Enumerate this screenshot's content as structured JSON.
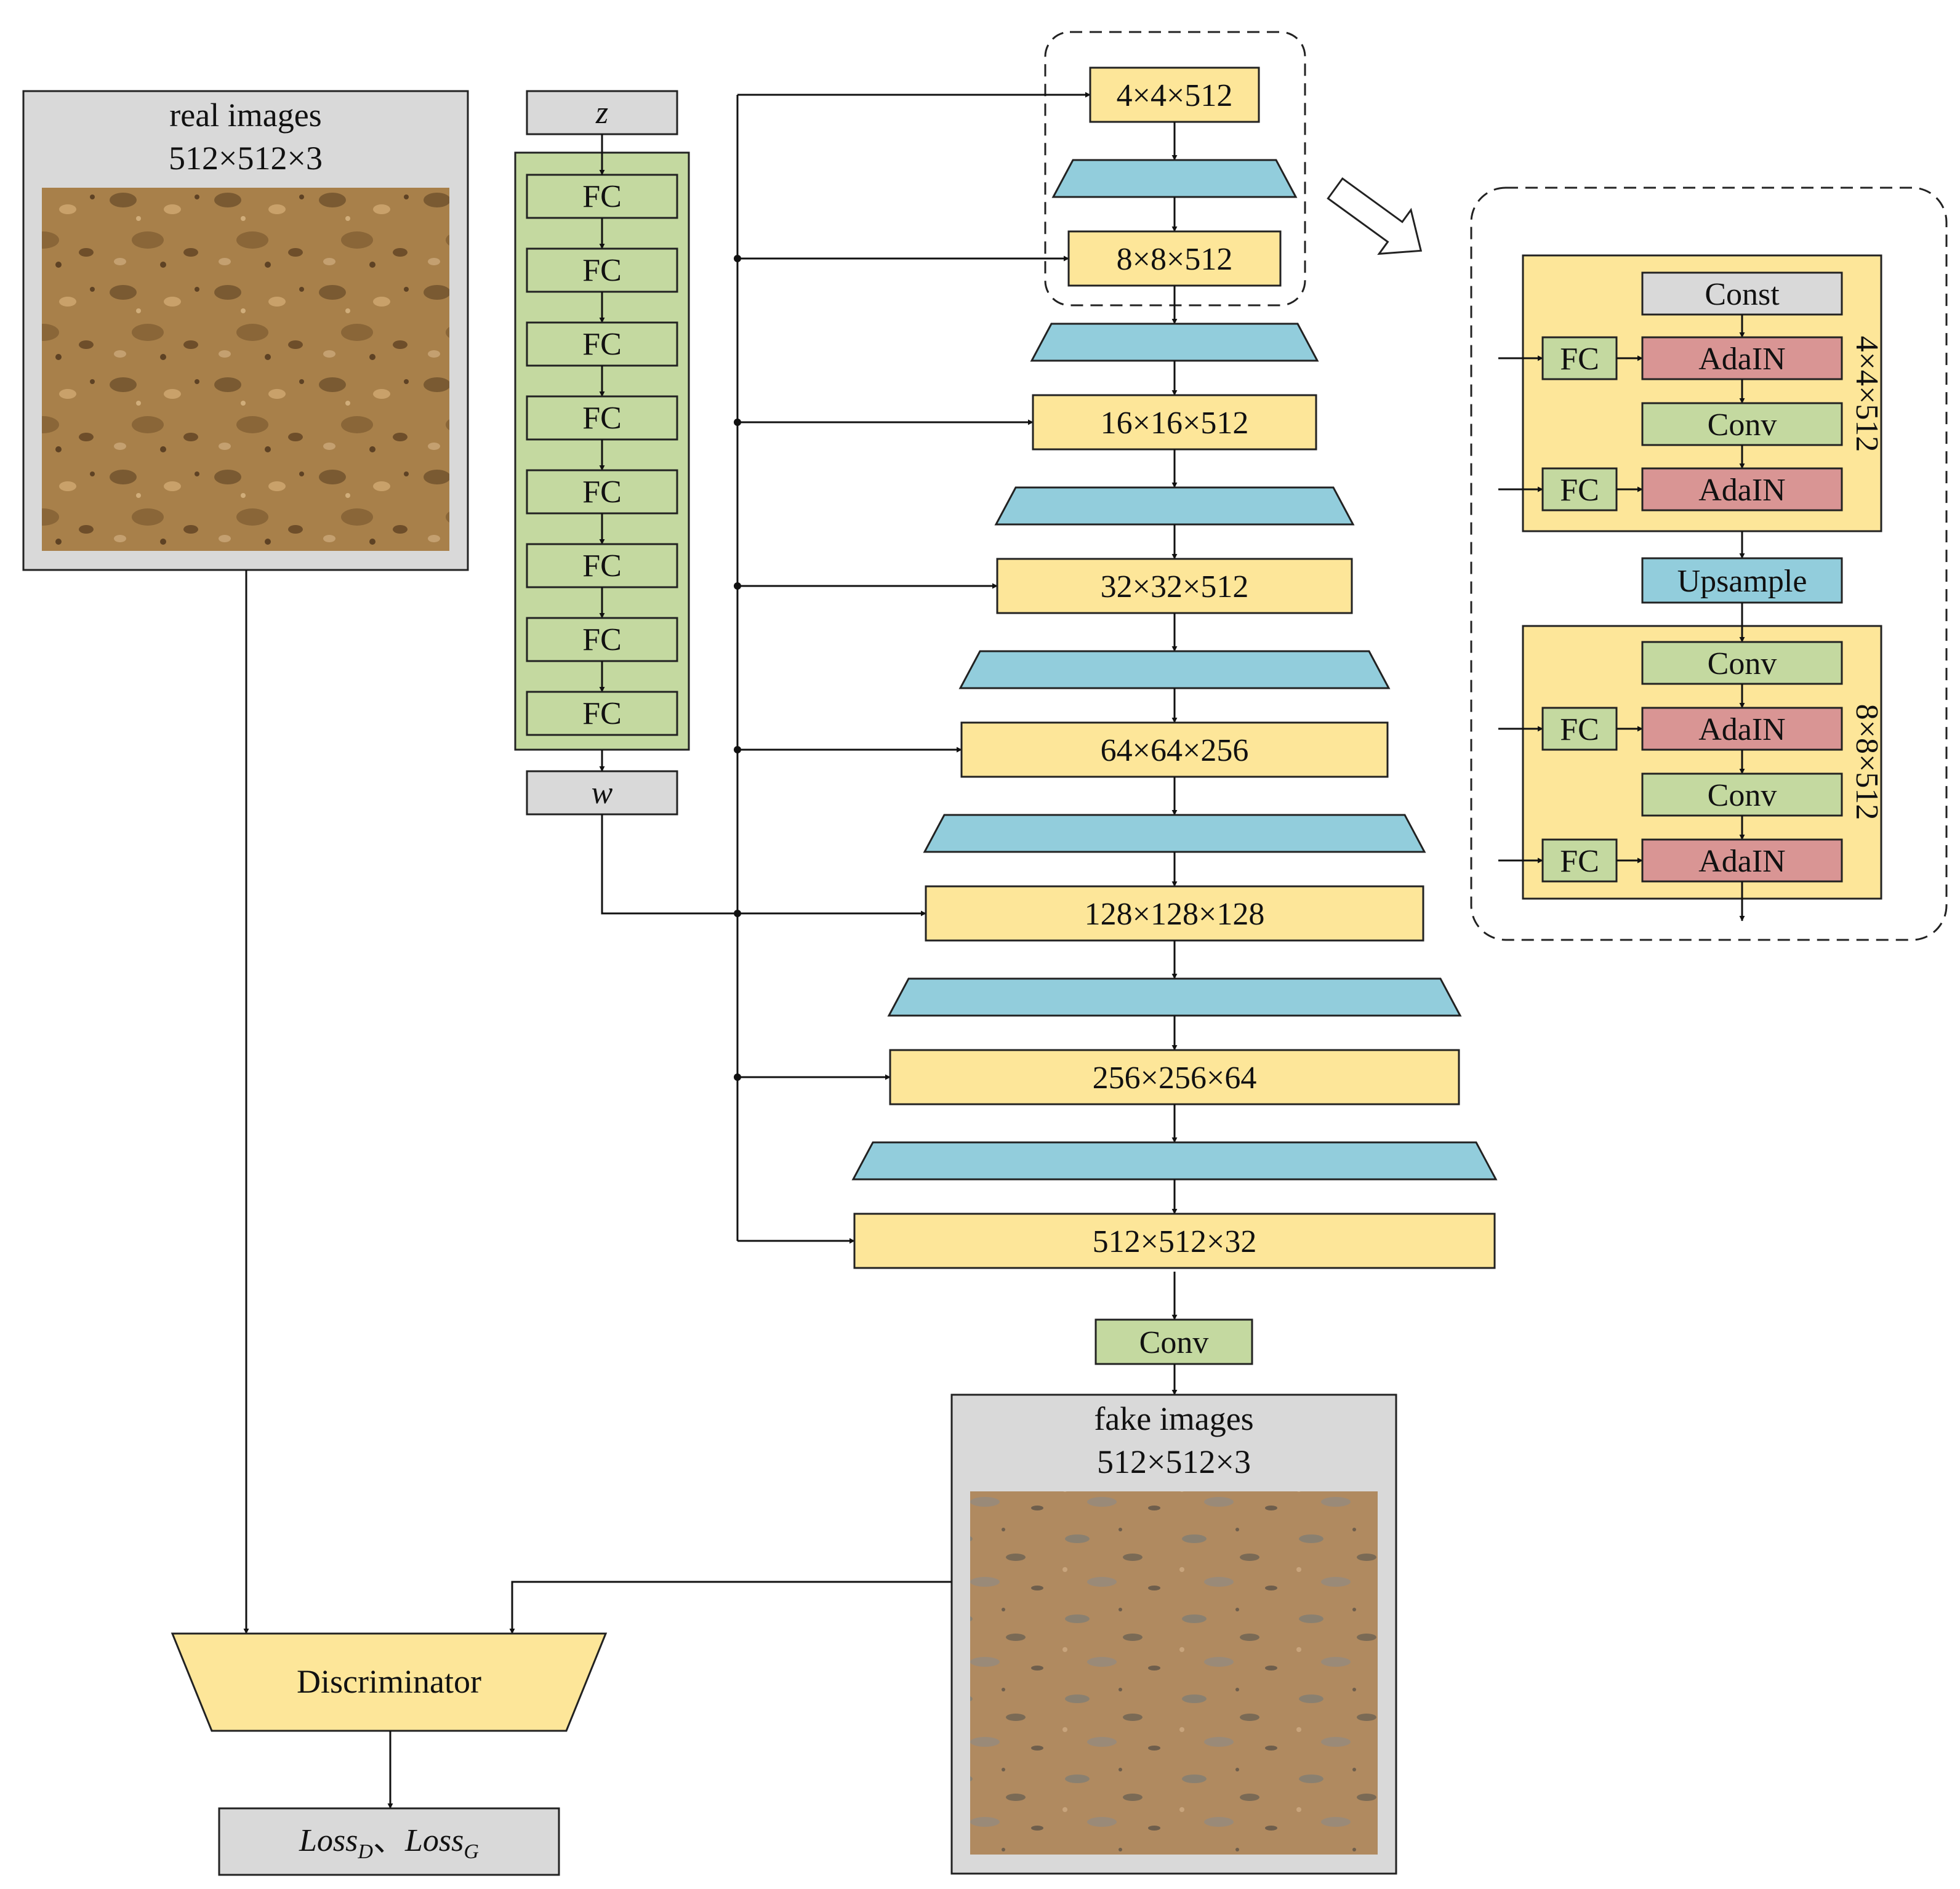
{
  "real_images": {
    "line1": "real images",
    "line2": "512×512×3"
  },
  "fake_images": {
    "line1": "fake images",
    "line2": "512×512×3"
  },
  "mapping": {
    "input": "z",
    "layers": [
      "FC",
      "FC",
      "FC",
      "FC",
      "FC",
      "FC",
      "FC",
      "FC"
    ],
    "output": "w"
  },
  "synthesis": {
    "blocks": [
      "4×4×512",
      "8×8×512",
      "16×16×512",
      "32×32×512",
      "64×64×256",
      "128×128×128",
      "256×256×64",
      "512×512×32"
    ],
    "final_conv": "Conv"
  },
  "discriminator": {
    "label": "Discriminator"
  },
  "loss": {
    "d_base": "Loss",
    "d_sub": "D",
    "separator": "、",
    "g_base": "Loss",
    "g_sub": "G"
  },
  "detail": {
    "const": "Const",
    "fc": "FC",
    "adain": "AdaIN",
    "conv": "Conv",
    "upsample": "Upsample",
    "block1_label": "4×4×512",
    "block2_label": "8×8×512"
  },
  "colors": {
    "gray_box": "#d9d9d9",
    "green": "#c4d9a0",
    "yellow": "#fde699",
    "blue": "#92cddc",
    "red": "#d99594",
    "terrain_real": "#a8804a",
    "terrain_fake": "#b08a60"
  }
}
